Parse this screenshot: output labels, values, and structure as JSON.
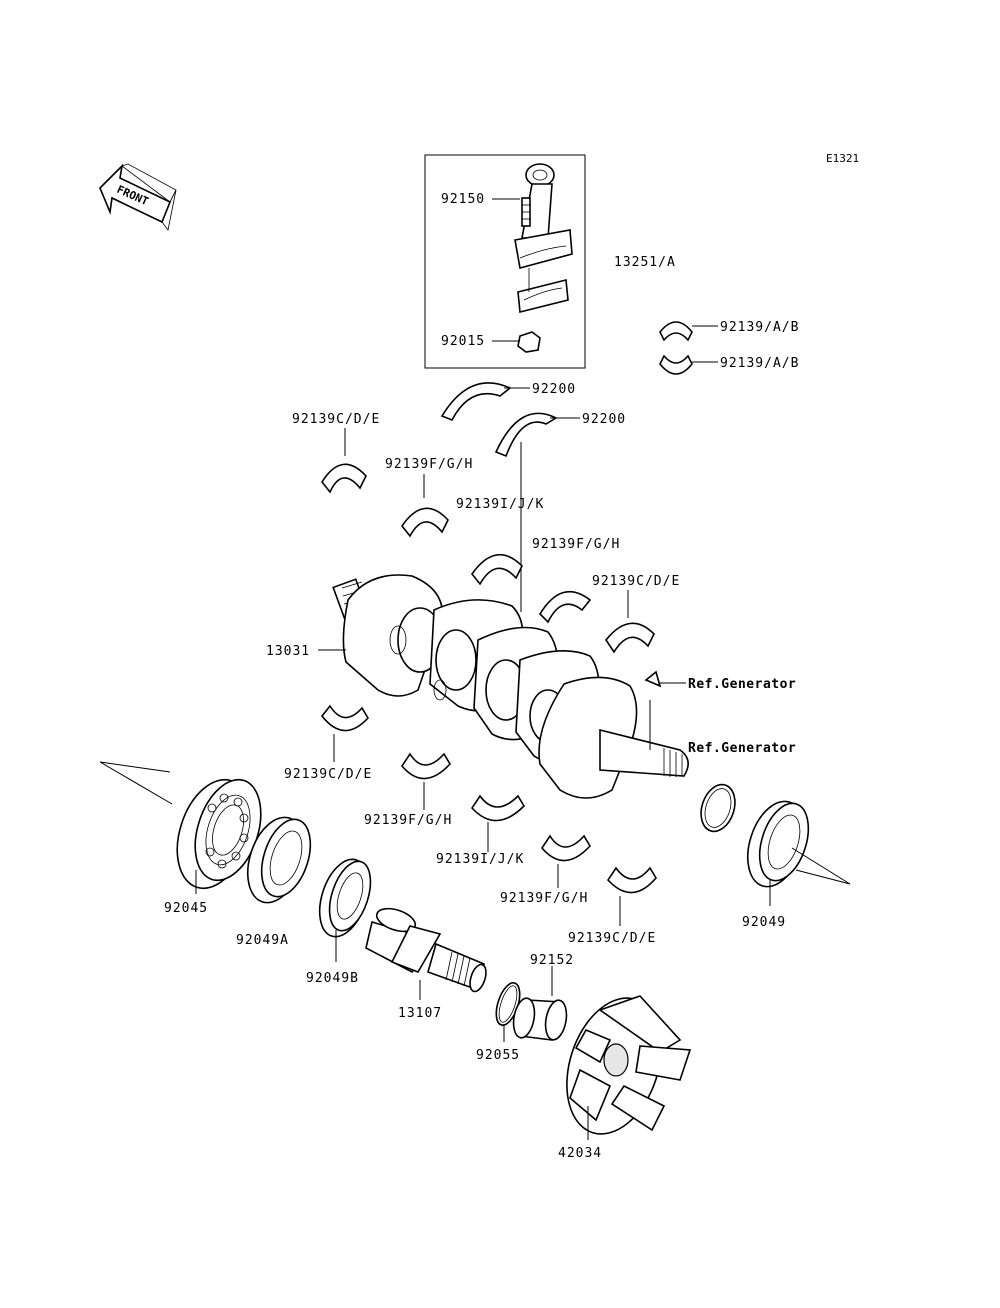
{
  "diagram": {
    "code": "E1321",
    "front_marker": "FRONT",
    "labels": {
      "conrod_bolt": "92150",
      "conrod_nut": "92015",
      "conrod_assy": "13251/A",
      "conrod_bearing_upper": "92139/A/B",
      "conrod_bearing_lower": "92139/A/B",
      "thrust_washer_1": "92200",
      "thrust_washer_2": "92200",
      "main_bearing_cde_upper_left": "92139C/D/E",
      "main_bearing_fgh_upper_1": "92139F/G/H",
      "main_bearing_ijk_upper": "92139I/J/K",
      "main_bearing_fgh_upper_2": "92139F/G/H",
      "main_bearing_cde_upper_right": "92139C/D/E",
      "crankshaft": "13031",
      "ref_generator_1": "Ref.Generator",
      "ref_generator_2": "Ref.Generator",
      "main_bearing_cde_lower_left": "92139C/D/E",
      "main_bearing_fgh_lower_1": "92139F/G/H",
      "main_bearing_ijk_lower": "92139I/J/K",
      "main_bearing_fgh_lower_2": "92139F/G/H",
      "main_bearing_cde_lower_right": "92139C/D/E",
      "ball_bearing": "92045",
      "oil_seal_a": "92049A",
      "oil_seal_b": "92049B",
      "oil_seal_right": "92049",
      "coupling_shaft": "13107",
      "o_ring": "92055",
      "collar": "92152",
      "coupling": "42034"
    }
  }
}
